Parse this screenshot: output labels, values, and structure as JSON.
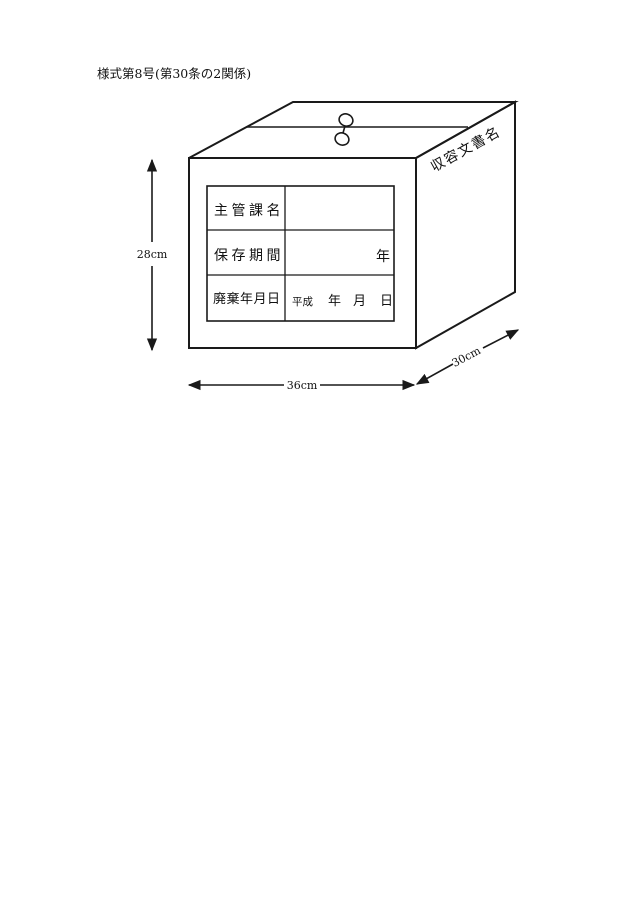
{
  "header": {
    "form_number": "様式第8号(第30条の2関係)"
  },
  "box": {
    "side_label": "収容文書名",
    "label_table": {
      "rows": [
        {
          "label": "主管課名",
          "value": ""
        },
        {
          "label": "保存期間",
          "value": "年"
        },
        {
          "label": "廃棄年月日",
          "era": "平成",
          "year_unit": "年",
          "month_unit": "月",
          "day_unit": "日"
        }
      ]
    }
  },
  "dimensions": {
    "height": "28cm",
    "width": "36cm",
    "depth": "30cm"
  }
}
